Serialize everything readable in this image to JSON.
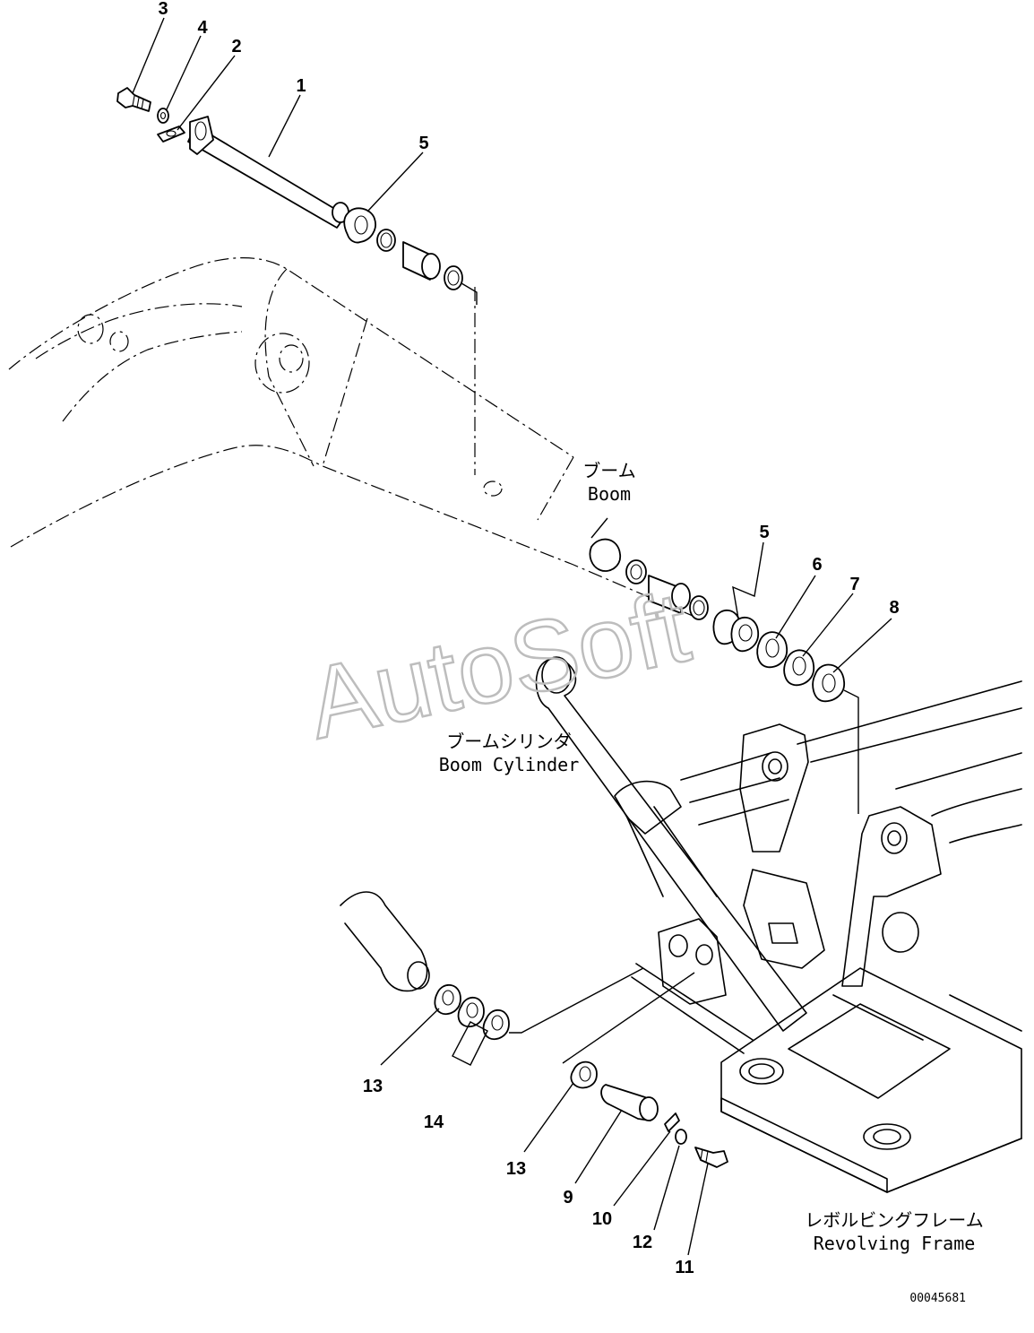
{
  "watermark": "AutoSoft",
  "drawing_code": "00045681",
  "labels": {
    "boom_jp": "ブーム",
    "boom_en": "Boom",
    "cylinder_jp": "ブームシリンダ",
    "cylinder_en": "Boom Cylinder",
    "frame_jp": "レボルビングフレーム",
    "frame_en": "Revolving Frame"
  },
  "callouts": [
    "3",
    "4",
    "2",
    "1",
    "5",
    "5",
    "6",
    "7",
    "8",
    "13",
    "14",
    "13",
    "9",
    "10",
    "12",
    "11"
  ]
}
